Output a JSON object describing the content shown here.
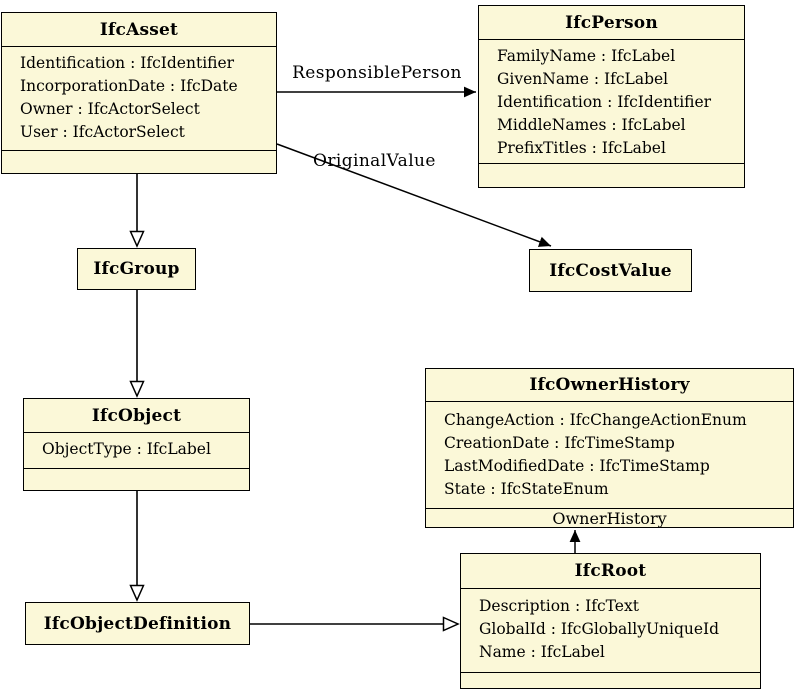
{
  "diagram_type": "uml-class-diagram",
  "colors": {
    "box_fill": "#FBF8D8",
    "box_border": "#000000",
    "line": "#000000"
  },
  "classes": [
    {
      "title": "IfcAsset",
      "attributes": [
        "Identification : IfcIdentifier",
        "IncorporationDate : IfcDate",
        "Owner : IfcActorSelect",
        "User : IfcActorSelect"
      ]
    },
    {
      "title": "IfcPerson",
      "attributes": [
        "FamilyName : IfcLabel",
        "GivenName : IfcLabel",
        "Identification : IfcIdentifier",
        "MiddleNames : IfcLabel",
        "PrefixTitles : IfcLabel"
      ]
    },
    {
      "title": "IfcGroup"
    },
    {
      "title": "IfcCostValue"
    },
    {
      "title": "IfcObject",
      "attributes": [
        "ObjectType : IfcLabel"
      ]
    },
    {
      "title": "IfcOwnerHistory",
      "attributes": [
        "ChangeAction : IfcChangeActionEnum",
        "CreationDate : IfcTimeStamp",
        "LastModifiedDate : IfcTimeStamp",
        "State : IfcStateEnum"
      ],
      "footer": "OwnerHistory"
    },
    {
      "title": "IfcObjectDefinition"
    },
    {
      "title": "IfcRoot",
      "attributes": [
        "Description : IfcText",
        "GlobalId : IfcGloballyUniqueId",
        "Name : IfcLabel"
      ]
    }
  ],
  "edge_labels": {
    "responsible_person": "ResponsiblePerson",
    "original_value": "OriginalValue"
  }
}
